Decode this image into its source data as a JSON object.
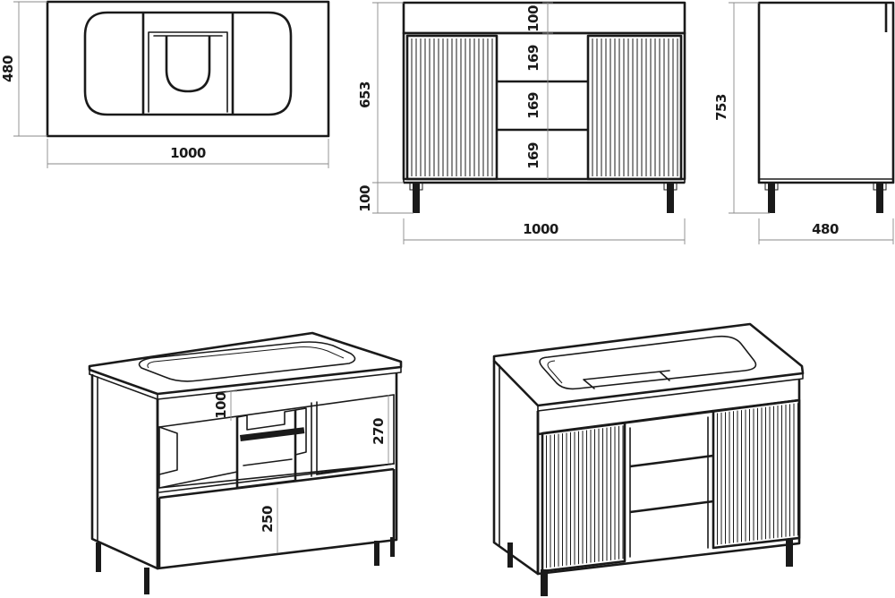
{
  "top_view": {
    "width": "1000",
    "depth": "480"
  },
  "front_view": {
    "height": "653",
    "worktop": "100",
    "drawer_1": "169",
    "drawer_2": "169",
    "drawer_3": "169",
    "legs": "100",
    "width": "1000"
  },
  "side_view": {
    "height": "753",
    "depth": "480"
  },
  "open_view": {
    "worktop": "100",
    "upper_shelf": "270",
    "lower_drawer": "250"
  }
}
